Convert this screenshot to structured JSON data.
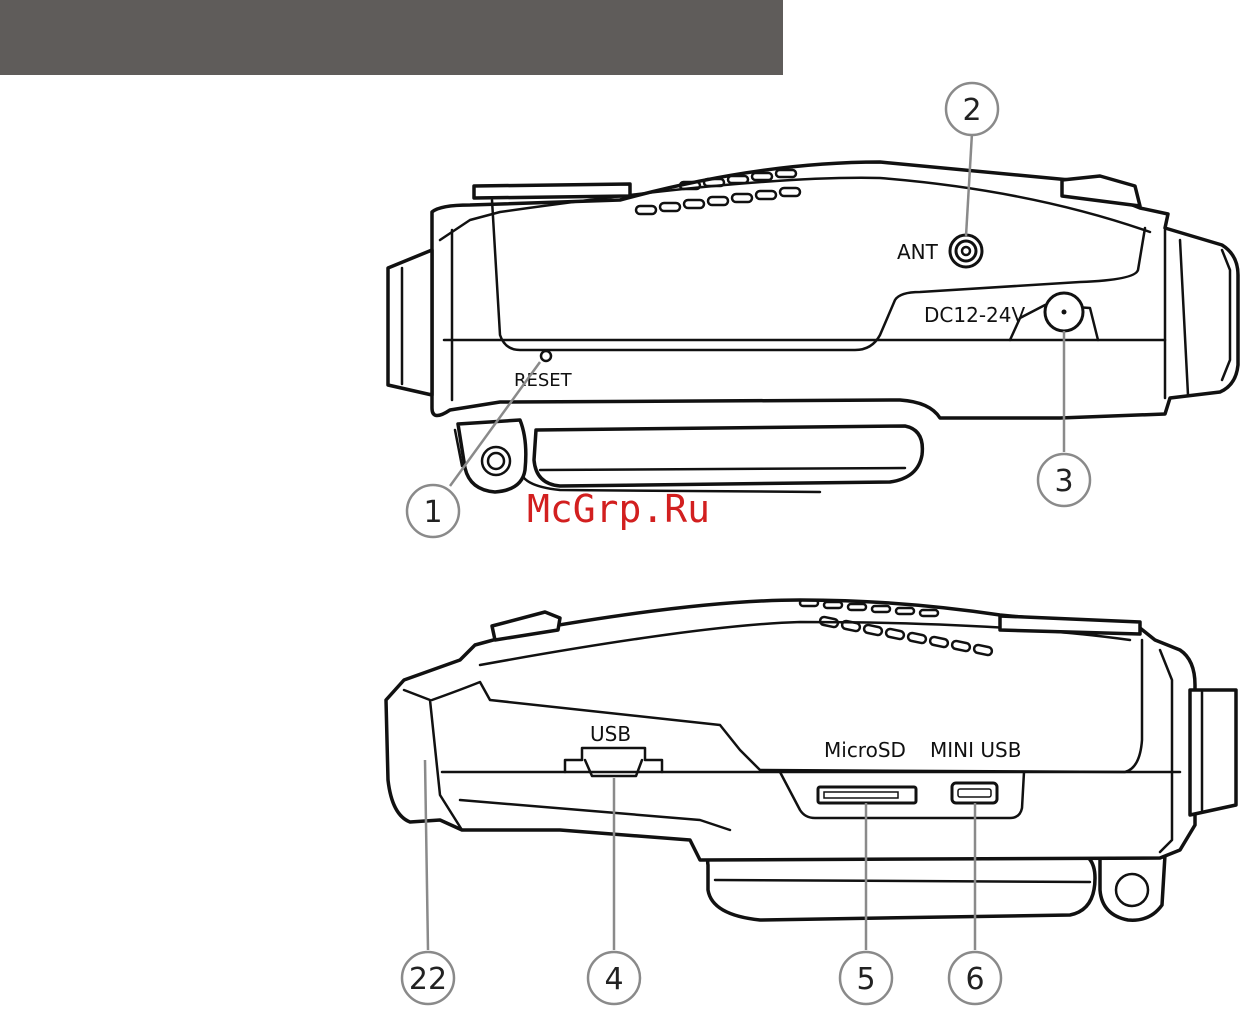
{
  "top_view": {
    "labels": {
      "ant": "ANT",
      "dc": "DC12-24V",
      "reset": "RESET"
    },
    "callouts": {
      "reset": "1",
      "ant": "2",
      "dc": "3"
    }
  },
  "bottom_view": {
    "labels": {
      "usb": "USB",
      "microsd": "MicroSD",
      "mini_usb": "MINI USB"
    },
    "callouts": {
      "front": "22",
      "usb": "4",
      "microsd": "5",
      "mini_usb": "6"
    }
  },
  "watermark": "McGrp.Ru",
  "colors": {
    "header_bar": "#5f5c5a",
    "callout_outline": "#8a8a8a",
    "watermark": "#d21f1f"
  }
}
